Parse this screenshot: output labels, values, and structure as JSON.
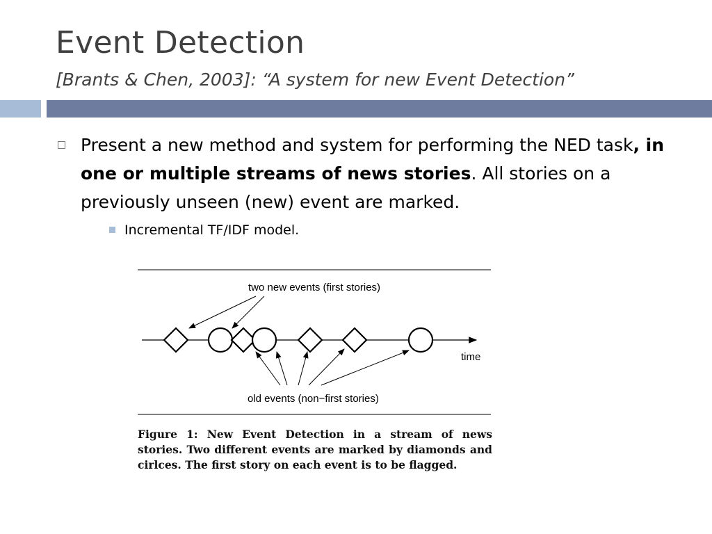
{
  "slide": {
    "title": "Event Detection",
    "subtitle": "[Brants & Chen, 2003]: “A system for new Event Detection”",
    "bullet1": {
      "part1": "Present a new method and system for performing the NED task",
      "bold": ", in one or multiple streams of news stories",
      "part2": ". All stories on a previously unseen (new) event are marked."
    },
    "bullet2": "Incremental TF/IDF model."
  },
  "figure": {
    "label_top": "two new events (first stories)",
    "label_bottom": "old events (non−first stories)",
    "label_time": "time",
    "caption": "Figure 1: New Event Detection in a stream of news stories. Two different events are marked by diamonds and cirlces. The first story on each event is to be flagged."
  },
  "colors": {
    "accent_light": "#a7bcd6",
    "accent_dark": "#6e7c9f",
    "title": "#404040"
  }
}
